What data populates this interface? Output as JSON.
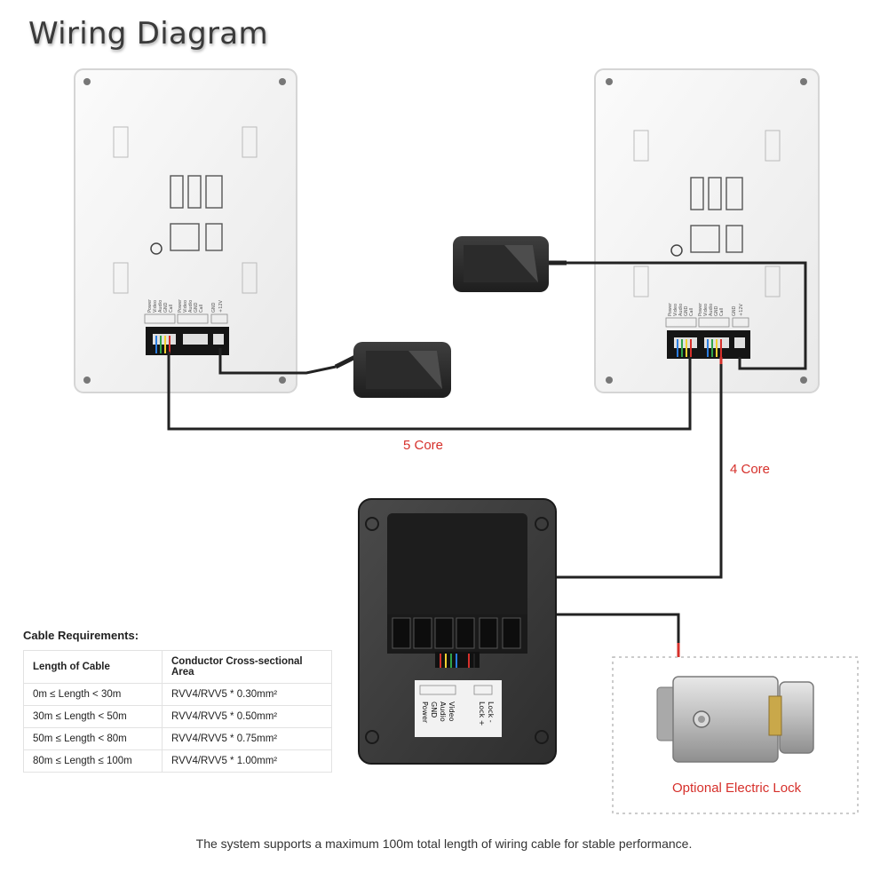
{
  "title": "Wiring Diagram",
  "wires": {
    "five_core": "5 Core",
    "four_core": "4 Core"
  },
  "lock": {
    "label": "Optional Electric Lock"
  },
  "monitor_terminal_labels": [
    "Power",
    "Video",
    "Audio",
    "GND",
    "Call",
    "Power",
    "Video",
    "Audio",
    "GND",
    "Call",
    "GND",
    "+12V"
  ],
  "outdoor_terminal_labels": [
    "Power",
    "GND",
    "Audio",
    "Video",
    "Lock +",
    "Lock -"
  ],
  "cable_requirements": {
    "heading": "Cable Requirements:",
    "columns": [
      "Length of Cable",
      "Conductor Cross-sectional Area"
    ],
    "rows": [
      [
        "0m ≤ Length < 30m",
        "RVV4/RVV5 * 0.30mm²"
      ],
      [
        "30m ≤ Length < 50m",
        "RVV4/RVV5 * 0.50mm²"
      ],
      [
        "50m ≤ Length < 80m",
        "RVV4/RVV5 * 0.75mm²"
      ],
      [
        "80m ≤ Length ≤ 100m",
        "RVV4/RVV5 * 1.00mm²"
      ]
    ]
  },
  "footer": "The system supports a maximum 100m total length of wiring cable for stable performance.",
  "colors": {
    "label_red": "#d6302b",
    "wire": "#222222",
    "monitor_body": "#f4f4f4",
    "outdoor_body": "#3a3a3a"
  }
}
